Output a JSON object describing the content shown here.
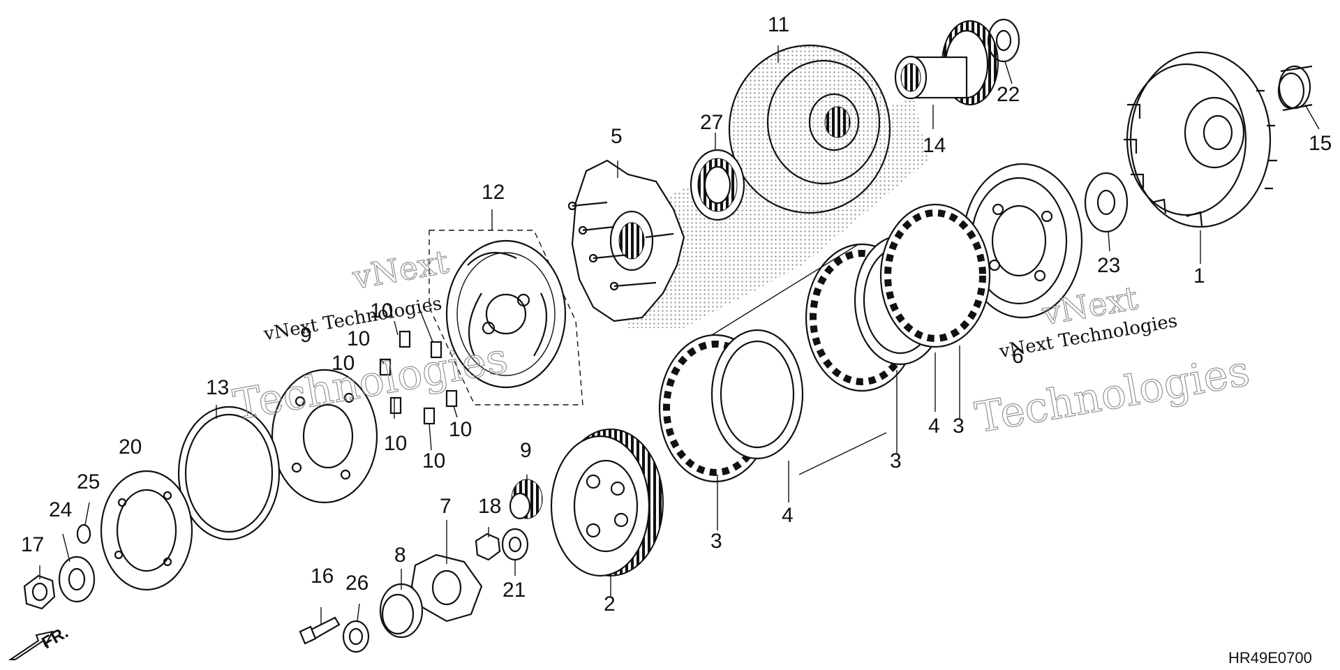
{
  "diagram_code": "HR49E0700",
  "front_marker": "FR.",
  "watermarks": [
    {
      "line1": "vNext Technologies",
      "line2": "Technologies",
      "line0": "vNext"
    },
    {
      "line1": "vNext Technologies",
      "line2": "Technologies",
      "line0": "vNext"
    }
  ],
  "callouts": [
    {
      "id": "c1",
      "text": "1"
    },
    {
      "id": "c2",
      "text": "2"
    },
    {
      "id": "c3a",
      "text": "3"
    },
    {
      "id": "c3b",
      "text": "3"
    },
    {
      "id": "c3c",
      "text": "3"
    },
    {
      "id": "c4a",
      "text": "4"
    },
    {
      "id": "c4b",
      "text": "4"
    },
    {
      "id": "c5",
      "text": "5"
    },
    {
      "id": "c6",
      "text": "6"
    },
    {
      "id": "c7",
      "text": "7"
    },
    {
      "id": "c8",
      "text": "8"
    },
    {
      "id": "c9a",
      "text": "9"
    },
    {
      "id": "c9b",
      "text": "9"
    },
    {
      "id": "c10a",
      "text": "10"
    },
    {
      "id": "c10b",
      "text": "10"
    },
    {
      "id": "c10c",
      "text": "10"
    },
    {
      "id": "c10d",
      "text": "10"
    },
    {
      "id": "c10e",
      "text": "10"
    },
    {
      "id": "c10f",
      "text": "10"
    },
    {
      "id": "c11",
      "text": "11"
    },
    {
      "id": "c12",
      "text": "12"
    },
    {
      "id": "c13",
      "text": "13"
    },
    {
      "id": "c14",
      "text": "14"
    },
    {
      "id": "c15",
      "text": "15"
    },
    {
      "id": "c16",
      "text": "16"
    },
    {
      "id": "c17",
      "text": "17"
    },
    {
      "id": "c18",
      "text": "18"
    },
    {
      "id": "c20",
      "text": "20"
    },
    {
      "id": "c21",
      "text": "21"
    },
    {
      "id": "c22",
      "text": "22"
    },
    {
      "id": "c23",
      "text": "23"
    },
    {
      "id": "c24",
      "text": "24"
    },
    {
      "id": "c25",
      "text": "25"
    },
    {
      "id": "c26",
      "text": "26"
    },
    {
      "id": "c27",
      "text": "27"
    }
  ]
}
